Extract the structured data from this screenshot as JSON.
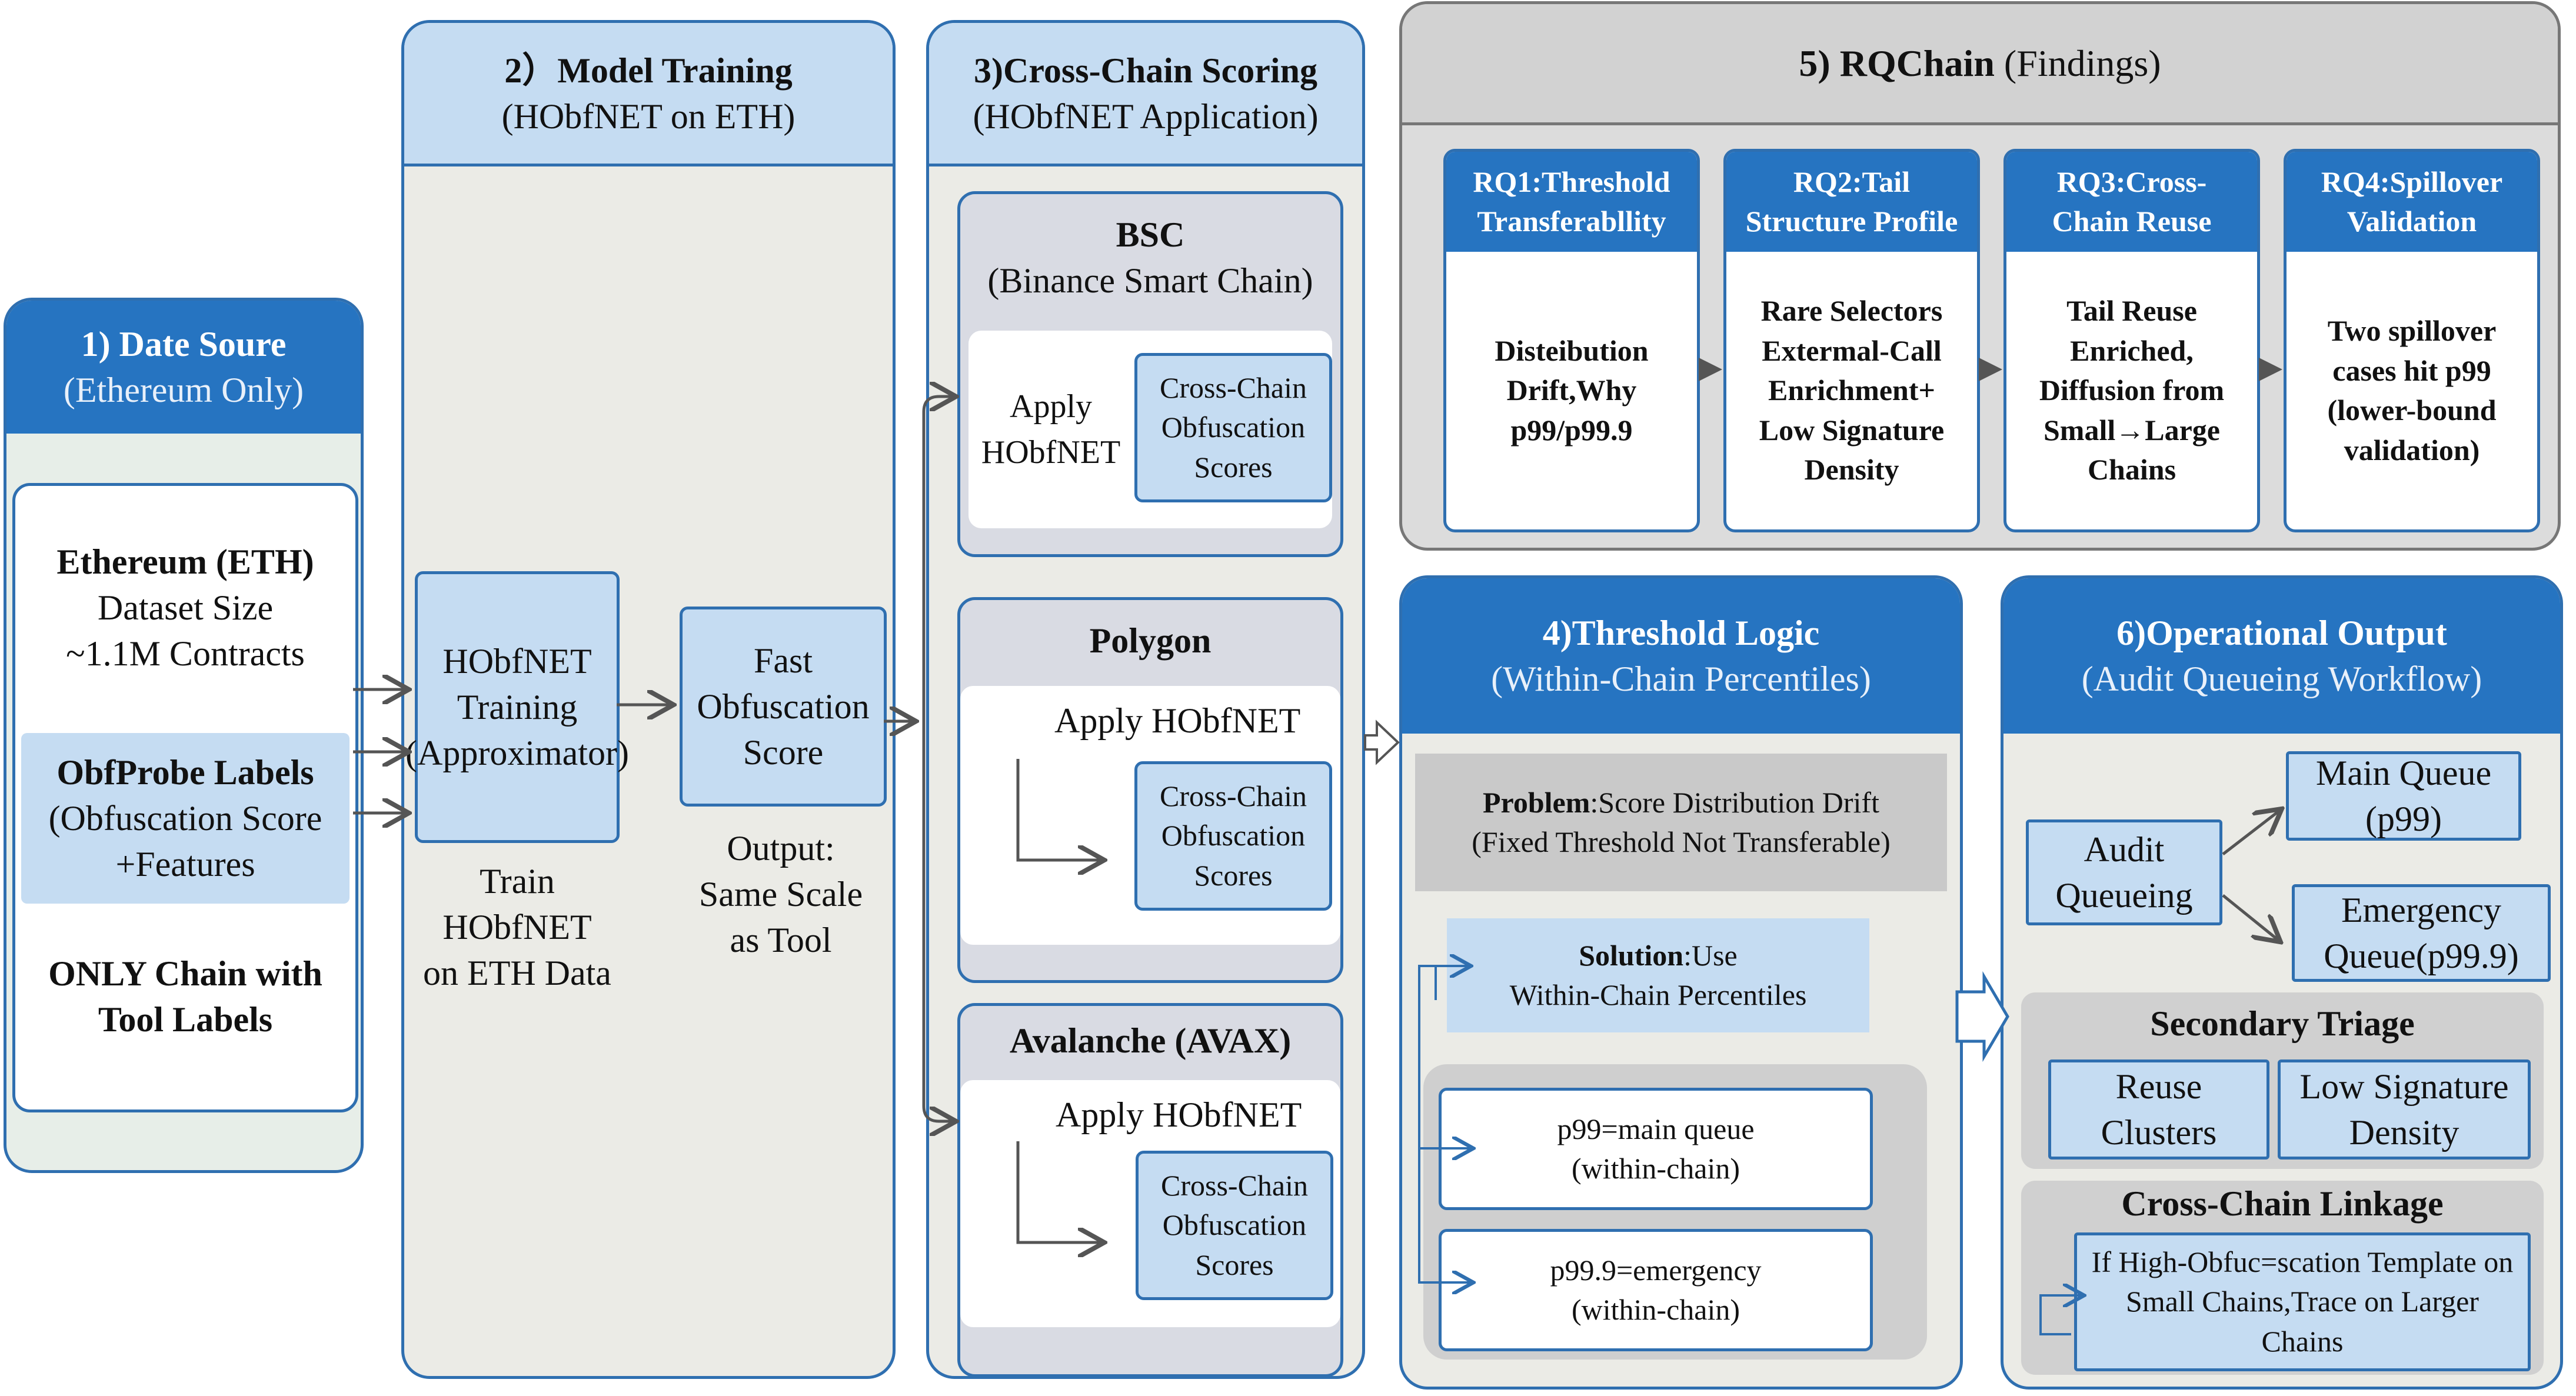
{
  "sec1": {
    "title": "1) Date Soure",
    "subtitle": "(Ethereum Only)",
    "eth_title": "Ethereum (ETH)",
    "eth_line1": "Dataset Size",
    "eth_line2": "~1.1M Contracts",
    "labels_title": "ObfProbe Labels",
    "labels_line1": "(Obfuscation Score",
    "labels_line2": "+Features",
    "only1": "ONLY Chain with",
    "only2": "Tool Labels"
  },
  "sec2": {
    "title": "2）Model Training",
    "subtitle": "(HObfNET on ETH)",
    "train_box1": "HObfNET",
    "train_box2": "Training",
    "train_box3": "(Approximator)",
    "train_cap1": "Train HObfNET",
    "train_cap2": "on ETH Data",
    "fast1": "Fast",
    "fast2": "Obfuscation",
    "fast3": "Score",
    "out1": "Output:",
    "out2": "Same Scale",
    "out3": "as Tool"
  },
  "sec3": {
    "title": "3)Cross-Chain Scoring",
    "subtitle": "(HObfNET Application)",
    "bsc_title": "BSC",
    "bsc_sub": "(Binance Smart Chain)",
    "apply_a": "Apply",
    "apply_b": "HObfNET",
    "apply_full": "Apply HObfNET",
    "polygon_title": "Polygon",
    "avax_title": "Avalanche (AVAX)",
    "score1": "Cross-Chain",
    "score2": "Obfuscation",
    "score3": "Scores"
  },
  "sec4": {
    "title": "4)Threshold Logic",
    "subtitle": "(Within-Chain Percentiles)",
    "problem_label": "Problem",
    "problem_text": ":Score Distribution Drift",
    "problem_line2": "(Fixed Threshold Not Transferable)",
    "solution_label": "Solution",
    "solution_text": ":Use",
    "solution_line2": "Within-Chain Percentiles",
    "p99_a": "p99=main queue",
    "p99_b": "(within-chain)",
    "p999_a": "p99.9=emergency",
    "p999_b": "(within-chain)"
  },
  "sec5": {
    "title_bold": "5) RQChain",
    "title_rest": " (Findings)",
    "rqs": [
      {
        "h1": "RQ1:Threshold",
        "h2": "Transferabllity",
        "body": [
          "Disteibution",
          "Drift,Why",
          "p99/p99.9"
        ]
      },
      {
        "h1": "RQ2:Tail",
        "h2": "Structure Profile",
        "body": [
          "Rare Selectors",
          "Extermal-Call",
          "Enrichment+",
          "Low Signature",
          "Density"
        ]
      },
      {
        "h1": "RQ3:Cross-",
        "h2": "Chain Reuse",
        "body": [
          "Tail Reuse",
          "Enriched,",
          "Diffusion from",
          "Small→Large",
          "Chains"
        ]
      },
      {
        "h1": "RQ4:Spillover",
        "h2": "Validation",
        "body": [
          "Two spillover",
          "cases hit p99",
          "(lower-bound",
          "validation)"
        ]
      }
    ]
  },
  "sec6": {
    "title": "6)Operational Output",
    "subtitle": "(Audit Queueing Workflow)",
    "audit1": "Audit",
    "audit2": "Queueing",
    "main1": "Main Queue",
    "main2": "(p99)",
    "emg1": "Emergency",
    "emg2": "Queue(p99.9)",
    "triage_title": "Secondary Triage",
    "reuse1": "Reuse",
    "reuse2": "Clusters",
    "lowsig1": "Low Signature",
    "lowsig2": "Density",
    "linkage_title": "Cross-Chain Linkage",
    "link1": "If High-Obfuc=scation Template on",
    "link2": "Small Chains,Trace on Larger",
    "link3": "Chains"
  },
  "colors": {
    "header_dark": "#2674c1",
    "box_light": "#c5dcf2",
    "border": "#2f6fb0",
    "panel_gray": "#ebebe6",
    "arrow": "#555555"
  }
}
